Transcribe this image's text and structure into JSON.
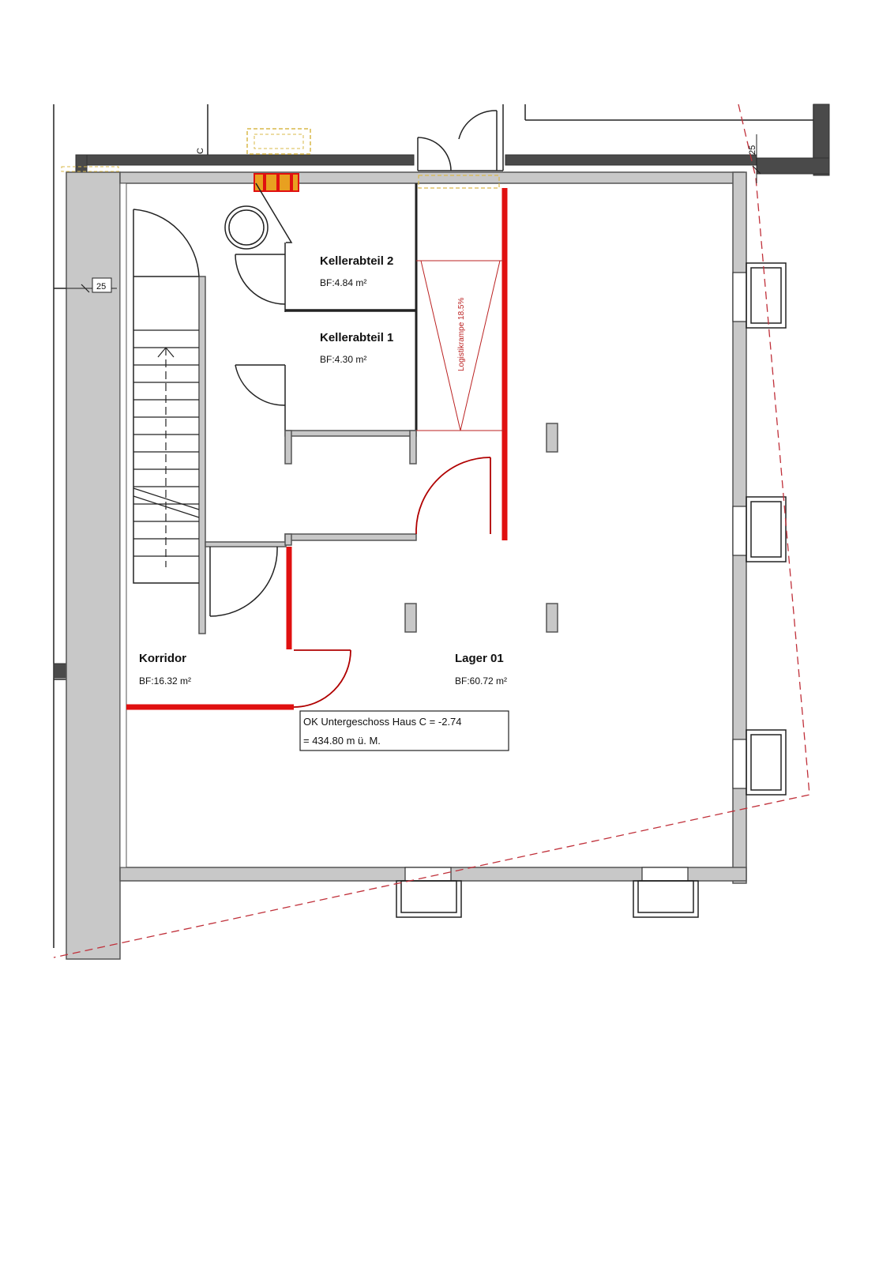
{
  "rooms": {
    "kellerabteil2": {
      "name": "Kellerabteil 2",
      "area": "BF:4.84 m²"
    },
    "kellerabteil1": {
      "name": "Kellerabteil 1",
      "area": "BF:4.30 m²"
    },
    "korridor": {
      "name": "Korridor",
      "area": "BF:16.32 m²"
    },
    "lager01": {
      "name": "Lager 01",
      "area": "BF:60.72 m²"
    }
  },
  "ramp_label": "Logistikrampe 18.5%",
  "level_note": {
    "line1": "OK Untergeschoss Haus C = -2.74",
    "line2": "= 434.80 m ü. M."
  },
  "dimensions": {
    "left_wall": "25",
    "top_right_wall": "25"
  },
  "grid_marker": "C",
  "colors": {
    "wall_fill": "#c8c8c8",
    "wall_dark": "#4a4a4a",
    "new_wall": "#e01010",
    "dashed_boundary": "#c0303a"
  }
}
